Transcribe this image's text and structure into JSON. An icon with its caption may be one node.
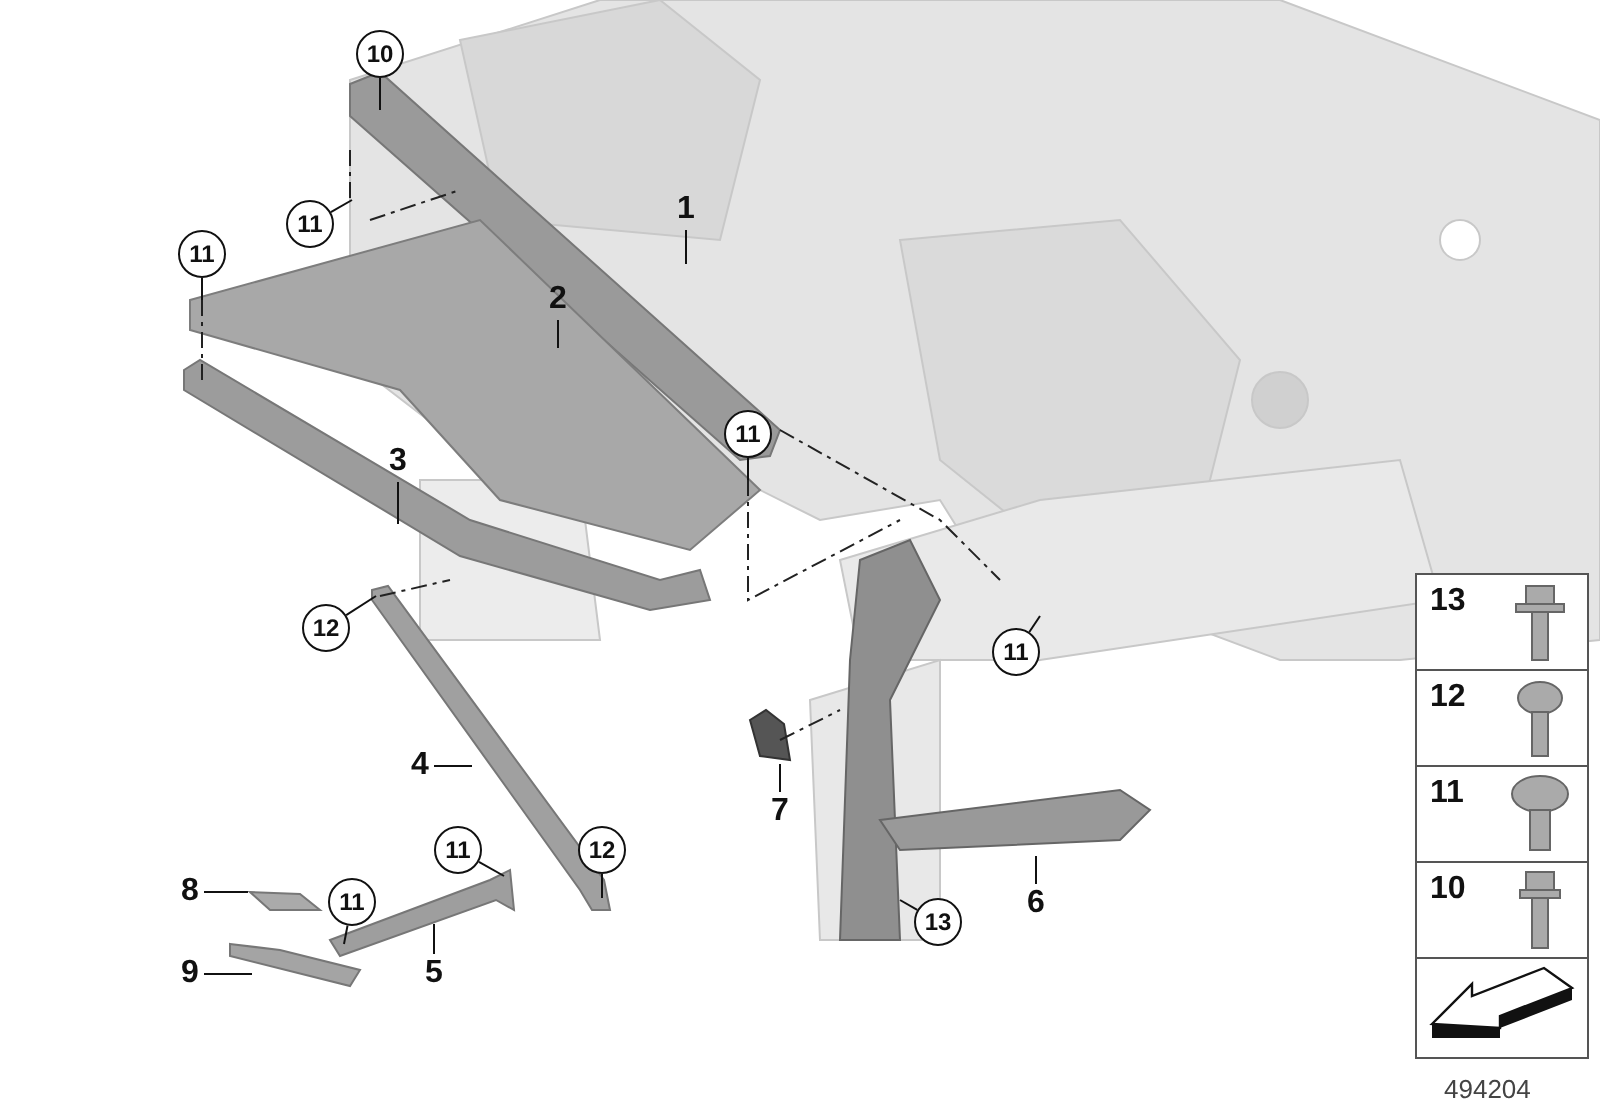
{
  "diagram": {
    "nodes": [
      {
        "text": [
          "10"
        ]
      },
      {
        "text": [
          "1"
        ]
      },
      {
        "text": [
          "11"
        ]
      },
      {
        "text": [
          "11"
        ]
      },
      {
        "text": [
          "2"
        ]
      },
      {
        "text": [
          "11"
        ]
      },
      {
        "text": [
          "3"
        ]
      },
      {
        "text": [
          "12"
        ]
      },
      {
        "text": [
          "11"
        ]
      },
      {
        "text": [
          "4"
        ]
      },
      {
        "text": [
          "7"
        ]
      },
      {
        "text": [
          "11"
        ]
      },
      {
        "text": [
          "12"
        ]
      },
      {
        "text": [
          "8"
        ]
      },
      {
        "text": [
          "11"
        ]
      },
      {
        "text": [
          "6"
        ]
      },
      {
        "text": [
          "13"
        ]
      },
      {
        "text": [
          "9"
        ]
      },
      {
        "text": [
          "5"
        ]
      }
    ],
    "edges": [
      {
        "from": 0,
        "to": null,
        "arrow": "none"
      },
      {
        "from": 1,
        "to": null,
        "arrow": "none"
      },
      {
        "from": 2,
        "to": null,
        "arrow": "none"
      },
      {
        "from": 3,
        "to": null,
        "arrow": "none"
      },
      {
        "from": 4,
        "to": null,
        "arrow": "none"
      },
      {
        "from": 5,
        "to": null,
        "arrow": "none"
      },
      {
        "from": 6,
        "to": null,
        "arrow": "none"
      },
      {
        "from": 7,
        "to": null,
        "arrow": "none"
      },
      {
        "from": 8,
        "to": null,
        "arrow": "none"
      },
      {
        "from": 9,
        "to": null,
        "arrow": "none"
      },
      {
        "from": 10,
        "to": null,
        "arrow": "none"
      },
      {
        "from": 11,
        "to": null,
        "arrow": "none"
      },
      {
        "from": 12,
        "to": null,
        "arrow": "none"
      },
      {
        "from": 13,
        "to": null,
        "arrow": "none"
      },
      {
        "from": 14,
        "to": null,
        "arrow": "none"
      },
      {
        "from": 15,
        "to": null,
        "arrow": "none"
      },
      {
        "from": 16,
        "to": null,
        "arrow": "none"
      },
      {
        "from": 17,
        "to": null,
        "arrow": "none"
      },
      {
        "from": 18,
        "to": null,
        "arrow": "none"
      }
    ],
    "labels": [
      "13",
      "12",
      "11",
      "10",
      "494204"
    ]
  }
}
